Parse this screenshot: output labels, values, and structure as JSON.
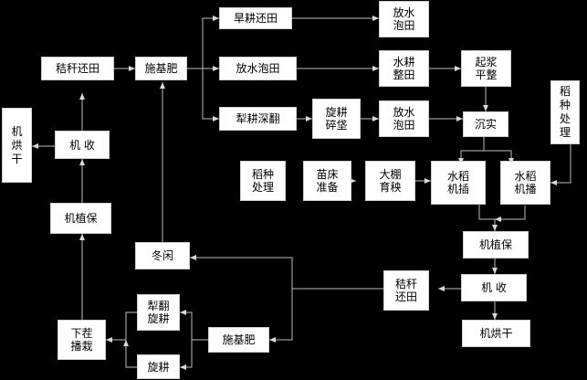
{
  "nodes": {
    "jigan_huantian_top": "秸秆还田",
    "shi_jifei_top": "施基肥",
    "hangeng_huantian": "旱耕还田",
    "fangshui_paotian_a": "放水\n泡田",
    "fangshui_paotian_mid": "放水泡田",
    "shuigeng_zhengtian": "水耕\n整田",
    "qijiang_pingzheng": "起浆\n平整",
    "ligeng_shenfan": "犁耕深翻",
    "xuangeng_suiwa": "旋耕\n碎垡",
    "fangshui_paotian_b": "放水\n泡田",
    "chenshi": "沉实",
    "daozhong_chuli_right": "稻\n种\n处\n理",
    "jihongan_left": "机\n烘\n干",
    "jishou_left": "机  收",
    "jizhibao_left": "机植保",
    "daozhong_chuli": "稻种\n处理",
    "miaochuang_zhunbei": "苗床\n准备",
    "dapeng_yuyang": "大棚\n育秧",
    "shuidao_jicha": "水稻\n机插",
    "shuidao_jibo": "水稻\n机播",
    "donglian": "冬闲",
    "jizhibao_right": "机植保",
    "lifan_xuangeng": "犁翻\n旋耕",
    "jigan_huantian_bottom": "秸秆\n还田",
    "jishou_right": "机  收",
    "xiacha_bozai": "下茬\n播栽",
    "shi_jifei_bottom": "施基肥",
    "jihongan_right": "机烘干",
    "xuangeng": "旋耕"
  }
}
